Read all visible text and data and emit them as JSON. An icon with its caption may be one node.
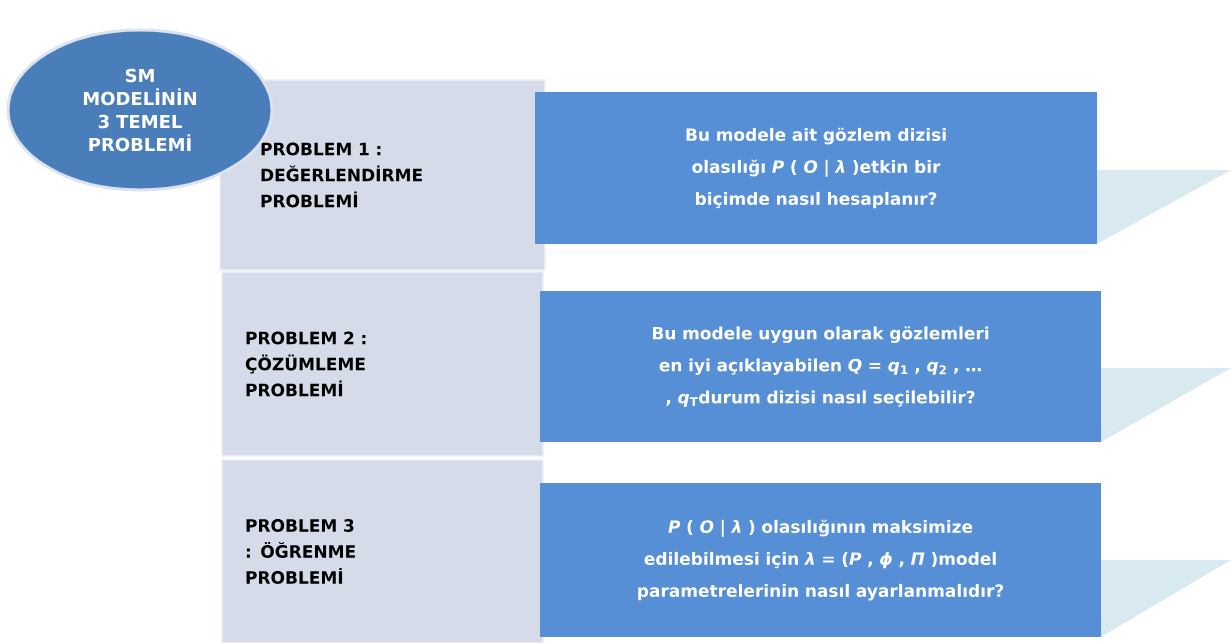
{
  "diagram": {
    "nodes": [
      {
        "text": [
          "SM MODELİNİN 3 TEMEL PROBLEMİ"
        ]
      },
      {
        "text": [
          "PROBLEM 1 : DEĞERLENDİRME PROBLEMİ"
        ]
      },
      {
        "text": [
          "PROBLEM 2 : ÇÖZÜMLEME PROBLEMİ"
        ]
      },
      {
        "text": [
          "PROBLEM 3 : ÖĞRENME PROBLEMİ"
        ]
      },
      {
        "text": [
          "Bu modele ait gözlem dizisi olasılığı *P* ( *O* | *λ* )etkin bir biçimde nasıl hesaplanır?"
        ]
      },
      {
        "text": [
          "Bu modele uygun olarak gözlemleri en iyi açıklayabilen *Q* = *q*$_{1}$ , *q*$_{2}$ , … , *q*$_{T}$durum dizisi nasıl seçilebilir?"
        ]
      },
      {
        "text": [
          "*P* ( *O* | *λ* ) olasılığının maksimize edilebilmesi için *λ* = (*P* , *ϕ* , *Π* )model parametrelerinin nasıl ayarlanmalıdır?"
        ]
      }
    ]
  }
}
